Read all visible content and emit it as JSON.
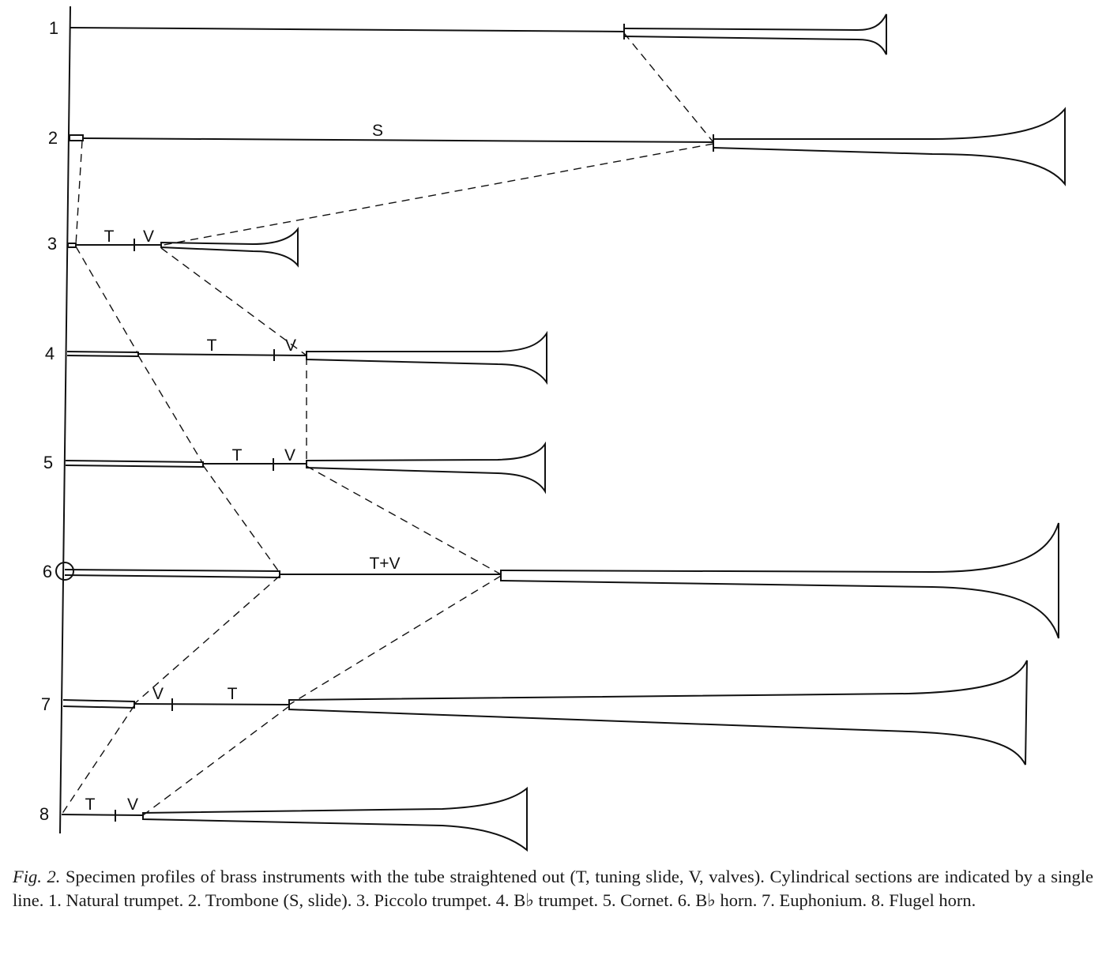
{
  "rows": [
    {
      "number": "1",
      "name": "Natural trumpet"
    },
    {
      "number": "2",
      "name": "Trombone",
      "section_labels": [
        "S"
      ]
    },
    {
      "number": "3",
      "name": "Piccolo trumpet",
      "section_labels": [
        "T",
        "V"
      ]
    },
    {
      "number": "4",
      "name": "B♭ trumpet",
      "section_labels": [
        "T",
        "V"
      ]
    },
    {
      "number": "5",
      "name": "Cornet",
      "section_labels": [
        "T",
        "V"
      ]
    },
    {
      "number": "6",
      "name": "B♭ horn",
      "section_labels": [
        "T+V"
      ]
    },
    {
      "number": "7",
      "name": "Euphonium",
      "section_labels": [
        "V",
        "T"
      ]
    },
    {
      "number": "8",
      "name": "Flugel horn",
      "section_labels": [
        "T",
        "V"
      ]
    }
  ],
  "caption": {
    "lead": "Fig. 2.",
    "text": "Specimen profiles of brass instruments with the tube straightened out (T, tuning slide, V, valves). Cylindrical sections are indicated by a single line. 1. Natural trumpet. 2. Trombone (S, slide). 3. Piccolo trumpet. 4. B♭ trumpet. 5. Cornet. 6. B♭ horn. 7. Euphonium. 8. Flugel horn."
  }
}
